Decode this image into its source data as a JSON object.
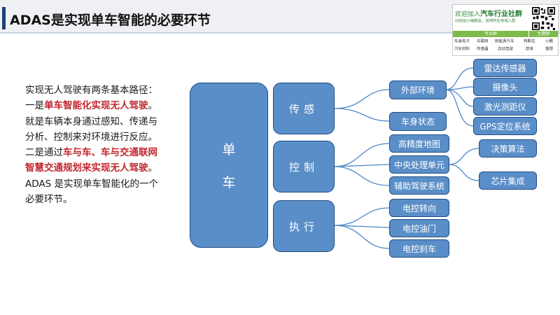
{
  "header": {
    "title": "ADAS是实现单车智能的必要环节",
    "accent_color": "#1f3f77"
  },
  "promo": {
    "welcome_prefix": "欢迎加入",
    "welcome_highlight": "汽车行业社群",
    "subtitle": "扫码加小编微信，说明所在领域入群",
    "group_headers": [
      "专业群",
      "主题群"
    ],
    "cells": [
      "车身电子",
      "车联网",
      "新能源汽车",
      "特斯拉",
      "小鹏",
      "汽车材料",
      "传感器",
      "自动驾驶",
      "蔚来",
      "理想"
    ]
  },
  "intro": {
    "line1": "实现无人驾驶有两条基本路径：",
    "line2_prefix": "一是",
    "line2_red": "单车智能化实现无人驾驶",
    "line2_suffix": "。",
    "line3": "就是车辆本身通过感知、传递与",
    "line4": "分析、控制来对环境进行反应。",
    "line5_prefix": "二是通过",
    "line5_red": "车与车、车与交通联网",
    "line6_red": "智慧交通规划来实现无人驾驶",
    "line6_suffix": "。",
    "line7": "ADAS 是实现单车智能化的一个",
    "line8": "必要环节。"
  },
  "diagram": {
    "root_chars": [
      "单",
      "车"
    ],
    "categories": {
      "perception": "传感",
      "control": "控制",
      "execution": "执行"
    },
    "perception_items": [
      "外部环境",
      "车身状态"
    ],
    "sensors": [
      "雷达传感器",
      "摄像头",
      "激光测距仪",
      "GPS定位系统"
    ],
    "control_items": [
      "高精度地图",
      "中央处理单元",
      "辅助驾驶系统"
    ],
    "cpu_outputs": [
      "决策算法",
      "芯片集成"
    ],
    "execution_items": [
      "电控转向",
      "电控油门",
      "电控刹车"
    ],
    "colors": {
      "box_fill": "#5a8ec8",
      "box_border": "#1f4e86",
      "connector": "#4f86c6"
    }
  }
}
